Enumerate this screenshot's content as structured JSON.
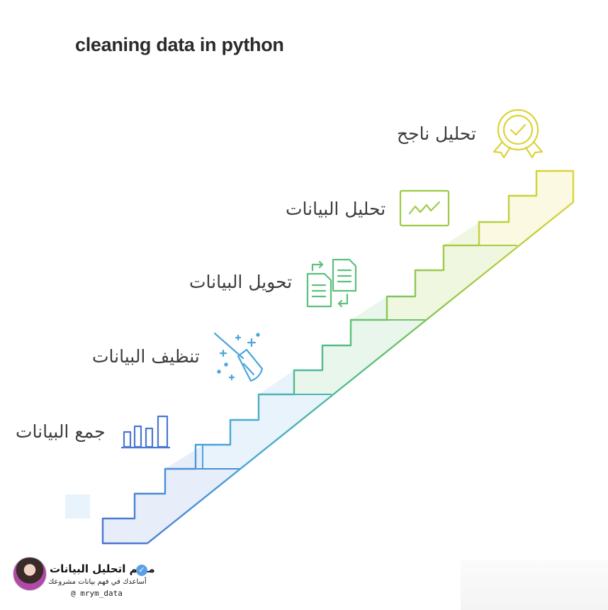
{
  "title": "cleaning data in python",
  "steps": [
    {
      "label": "جمع البيانات",
      "icon": "bar-chart-icon",
      "color": "#4a78d2"
    },
    {
      "label": "تنظيف البيانات",
      "icon": "broom-icon",
      "color": "#4aa6dc"
    },
    {
      "label": "تحويل البيانات",
      "icon": "documents-transfer-icon",
      "color": "#5cc07c"
    },
    {
      "label": "تحليل البيانات",
      "icon": "line-graph-icon",
      "color": "#9ccc45"
    },
    {
      "label": "تحليل ناجح",
      "icon": "award-badge-icon",
      "color": "#dcd33a"
    }
  ],
  "author": {
    "name": "مريم اتحليل البيانات",
    "tagline": "أساعدك في فهم بيانات مشروعك",
    "handle": "@ mrym_data"
  }
}
